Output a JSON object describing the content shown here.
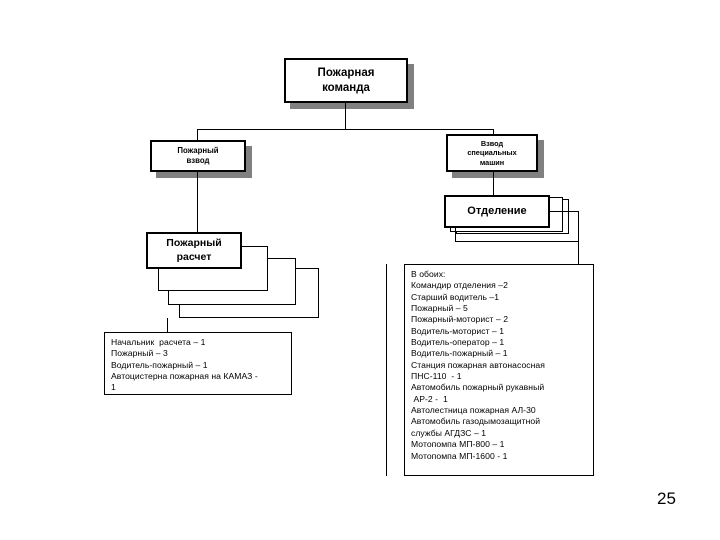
{
  "document": {
    "page_number": "25",
    "background_color": "#ffffff",
    "line_color": "#000000",
    "shadow_color": "#808080"
  },
  "chart_data": {
    "type": "diagram",
    "title": "Пожарная команда",
    "nodes": [
      {
        "id": "komanda",
        "label": "Пожарная\nкоманда",
        "line1": "Пожарная",
        "line2": "команда",
        "level": 0
      },
      {
        "id": "vzvod",
        "label": "Пожарный\nвзвод",
        "line1": "Пожарный",
        "line2": "взвод",
        "level": 1
      },
      {
        "id": "vzvod_spec",
        "label": "Взвод\nспециальных\nмашин",
        "line1": "Взвод",
        "line2": "специальных",
        "line3": "машин",
        "level": 1
      },
      {
        "id": "otdelenie",
        "label": "Отделение",
        "line1": "Отделение",
        "level": 2
      },
      {
        "id": "raschet",
        "label": "Пожарный\nрасчет",
        "line1": "Пожарный",
        "line2": "расчет",
        "level": 2
      }
    ],
    "edges": [
      {
        "from": "komanda",
        "to": "vzvod"
      },
      {
        "from": "komanda",
        "to": "vzvod_spec"
      },
      {
        "from": "vzvod_spec",
        "to": "otdelenie"
      },
      {
        "from": "vzvod",
        "to": "raschet"
      },
      {
        "from": "otdelenie",
        "to": "panel_right"
      },
      {
        "from": "raschet",
        "to": "panel_left"
      }
    ]
  },
  "boxes": {
    "komanda": {
      "line1": "Пожарная",
      "line2": "команда"
    },
    "vzvod": {
      "line1": "Пожарный",
      "line2": "взвод"
    },
    "vzvod_spec": {
      "line1": "Взвод",
      "line2": "специальных",
      "line3": "машин"
    },
    "otdelenie": {
      "line1": "Отделение"
    },
    "raschet": {
      "line1": "Пожарный",
      "line2": "расчет"
    }
  },
  "panel_left": {
    "lines": [
      "Начальник  расчета – 1",
      "Пожарный – 3",
      "Водитель-пожарный – 1",
      "Автоцистерна пожарная на КАМАЗ -",
      "1"
    ]
  },
  "panel_right": {
    "lines": [
      "В обоих:",
      "Командир отделения –2",
      "Старший водитель –1",
      "Пожарный – 5",
      "Пожарный-моторист – 2",
      "Водитель-моторист – 1",
      "Водитель-оператор – 1",
      "Водитель-пожарный – 1",
      "Станция пожарная автонасосная",
      "ПНС-110  - 1",
      "Автомобиль пожарный рукавный",
      " АР-2 -  1",
      "Автолестница пожарная АЛ-30",
      "Автомобиль газодымозащитной",
      "службы АГДЗС – 1",
      "Мотопомпа МП-800 – 1",
      "Мотопомпа МП-1600 - 1"
    ]
  }
}
